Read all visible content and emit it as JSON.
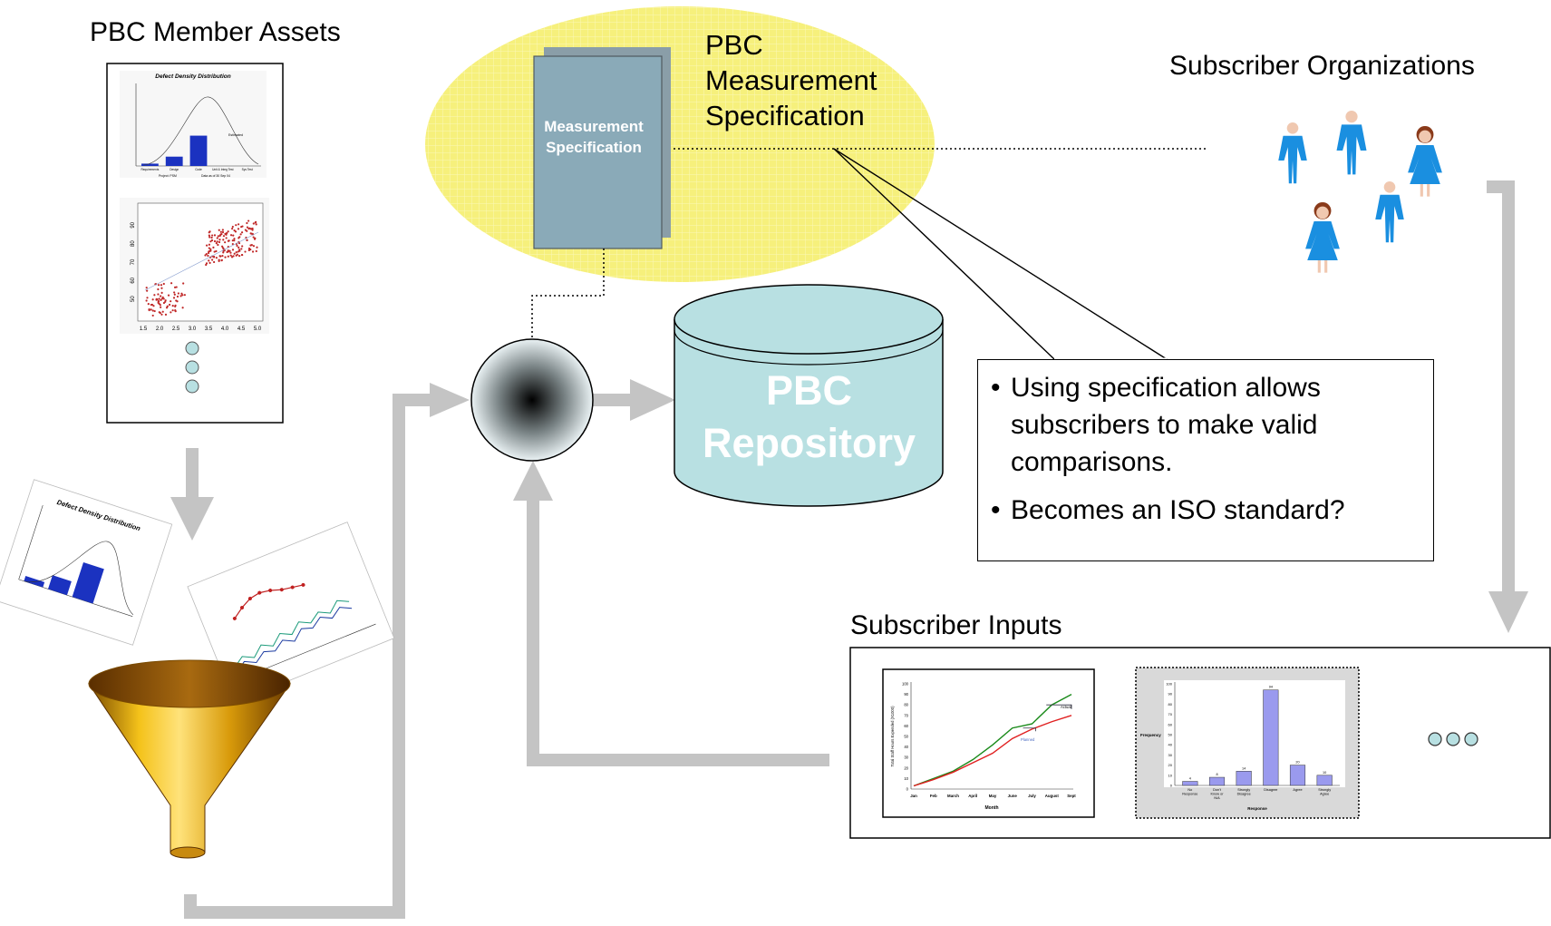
{
  "labels": {
    "member_assets": "PBC Member Assets",
    "subscriber_orgs": "Subscriber Organizations",
    "subscriber_inputs": "Subscriber Inputs",
    "pbc_spec_lines": [
      "PBC",
      "Measurement",
      "Specification"
    ]
  },
  "document": {
    "line1": "Measurement",
    "line2": "Specification"
  },
  "repository": {
    "line1": "PBC",
    "line2": "Repository"
  },
  "callout": {
    "bullet": "•",
    "items": [
      "Using specification allows subscribers to make valid comparisons.",
      "Becomes an ISO standard?"
    ]
  },
  "thumb_defect": {
    "title": "Defect Density Distribution",
    "categories": [
      "Requirements",
      "Design",
      "Code",
      "Unit & Integ Test",
      "Sys Test"
    ],
    "values": [
      2,
      8,
      26,
      0,
      0
    ],
    "ylim": [
      0,
      70
    ],
    "curve_label": "Estimated",
    "footer_left": "Project: PSM",
    "footer_right": "Data as of 30 Sep 04"
  },
  "thumb_scatter": {
    "xlim": [
      1.5,
      5.0
    ],
    "ylim": [
      40,
      100
    ],
    "xticks": [
      "1.5",
      "2.0",
      "2.5",
      "3.0",
      "3.5",
      "4.0",
      "4.5",
      "5.0"
    ],
    "yticks": [
      "50",
      "60",
      "70",
      "80",
      "90"
    ]
  },
  "thumb_lines": {
    "xlabel": "Month",
    "ylabel": "Total Staff Hours Expended (X1000)",
    "months": [
      "Jan",
      "Feb",
      "March",
      "April",
      "May",
      "June",
      "July",
      "August",
      "Sept"
    ],
    "yticks": [
      "0",
      "10",
      "20",
      "30",
      "40",
      "50",
      "60",
      "70",
      "80",
      "90",
      "100"
    ],
    "ylim": [
      0,
      100
    ],
    "series": [
      {
        "name": "Actual",
        "color": "#1a8a1a",
        "values": [
          3,
          10,
          17,
          28,
          42,
          58,
          62,
          80,
          90
        ]
      },
      {
        "name": "Planned",
        "color": "#e02020",
        "values": [
          3,
          9,
          16,
          25,
          34,
          48,
          57,
          64,
          70
        ]
      }
    ]
  },
  "thumb_hist": {
    "xlabel": "Response",
    "ylabel": "Frequency",
    "categories": [
      "No Response",
      "Don't Know or N/A",
      "Strongly Disagree",
      "Disagree",
      "Agree",
      "Strongly Agree"
    ],
    "values": [
      4,
      8,
      14,
      94,
      20,
      10
    ],
    "yticks": [
      "0",
      "10",
      "20",
      "30",
      "40",
      "50",
      "60",
      "70",
      "80",
      "90",
      "100"
    ],
    "ylim": [
      0,
      100
    ],
    "bar_color": "#9a9aee"
  },
  "colors": {
    "ellipse": "#f5f07a",
    "doc": "#8aaab8",
    "repo": "#b8e0e2",
    "arrow": "#c4c4c4",
    "person": "#1a8fe0",
    "skin": "#f0c8b0"
  }
}
